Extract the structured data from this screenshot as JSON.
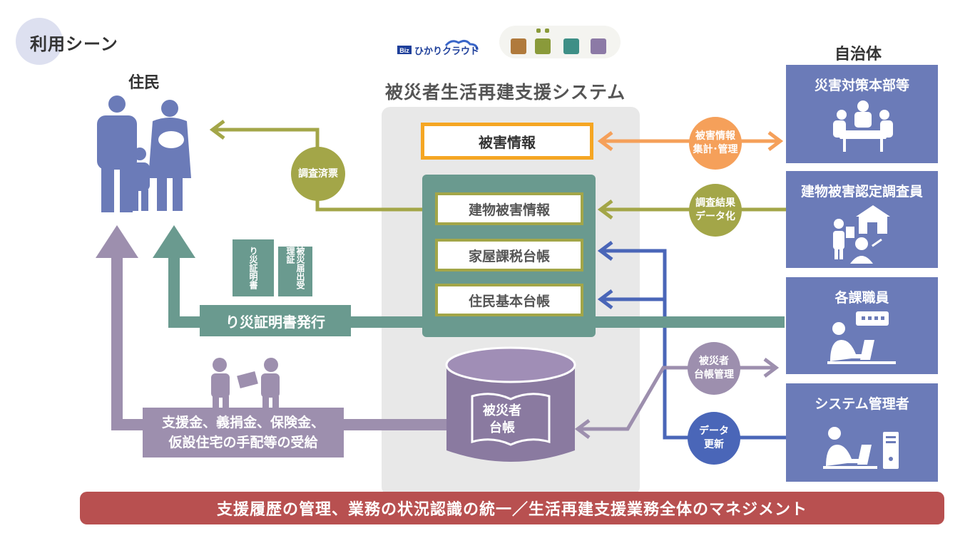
{
  "scene_label": "利用シーン",
  "residents_label": "住民",
  "gov_label": "自治体",
  "system_title": "被災者生活再建支援システム",
  "logo": {
    "biz": "Biz",
    "text": "ひかりクラウド"
  },
  "logo_squares": [
    "#b07a3c",
    "#8a9a3a",
    "#3e8f86",
    "#8c7aa6"
  ],
  "system": {
    "damage_info": "被害情報",
    "building_damage": "建物被害情報",
    "house_tax": "家屋課税台帳",
    "resident_registry": "住民基本台帳",
    "ledger": {
      "line1": "被災者",
      "line2": "台帳"
    }
  },
  "gov_cards": {
    "hq": "災害対策本部等",
    "inspector": "建物被害認定調査員",
    "staff": "各課職員",
    "admin": "システム管理者"
  },
  "flows": {
    "damage_agg": {
      "line1": "被害情報",
      "line2": "集計･管理"
    },
    "survey_data": {
      "line1": "調査結果",
      "line2": "データ化"
    },
    "surveyed": "調査済票",
    "victim_ledger": {
      "line1": "被災者",
      "line2": "台帳管理"
    },
    "data_update": {
      "line1": "データ",
      "line2": "更新"
    }
  },
  "cert_issue": "り災証明書発行",
  "docs": {
    "cert": "り災証明書",
    "receipt": "被災届出受理証"
  },
  "support": {
    "line1": "支援金、義捐金、保険金、",
    "line2": "仮設住宅の手配等の受給"
  },
  "bottom_bar": "支援履歴の管理、業務の状況認識の統一／生活再建支援業務全体のマネジメント"
}
